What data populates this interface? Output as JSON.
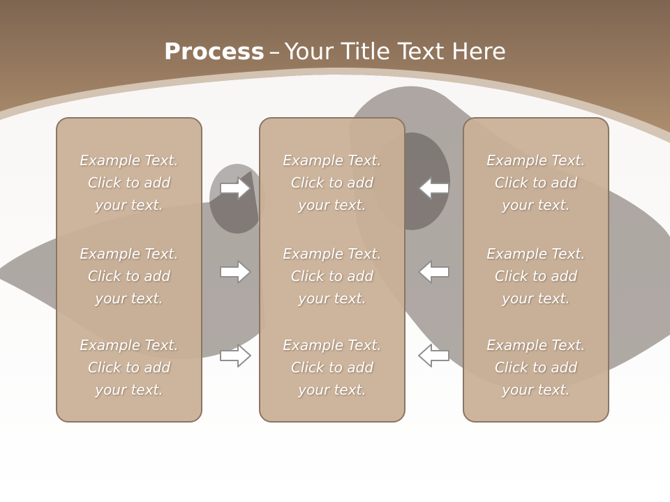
{
  "slide": {
    "title_bold": "Process",
    "title_separator": "–",
    "title_rest": "Your Title Text Here"
  },
  "colors": {
    "header": "#a88a6c",
    "panel": "#cab097",
    "panel_border": "#8a7564",
    "text": "#ffffff"
  },
  "columns": [
    {
      "name": "left",
      "blocks": [
        {
          "line1": "Example Text.",
          "line2": "Click  to add",
          "line3": "your text."
        },
        {
          "line1": "Example Text.",
          "line2": "Click  to add",
          "line3": "your text."
        },
        {
          "line1": "Example Text.",
          "line2": "Click  to add",
          "line3": "your text."
        }
      ]
    },
    {
      "name": "middle",
      "blocks": [
        {
          "line1": "Example Text.",
          "line2": "Click  to add",
          "line3": "your text."
        },
        {
          "line1": "Example Text.",
          "line2": "Click  to add",
          "line3": "your text."
        },
        {
          "line1": "Example Text.",
          "line2": "Click  to add",
          "line3": "your text."
        }
      ]
    },
    {
      "name": "right",
      "blocks": [
        {
          "line1": "Example Text.",
          "line2": "Click  to add",
          "line3": "your text."
        },
        {
          "line1": "Example Text.",
          "line2": "Click  to add",
          "line3": "your text."
        },
        {
          "line1": "Example Text.",
          "line2": "Click  to add",
          "line3": "your text."
        }
      ]
    }
  ],
  "arrows": {
    "left_to_middle": "arrow-right-icon",
    "right_to_middle": "arrow-left-icon"
  }
}
